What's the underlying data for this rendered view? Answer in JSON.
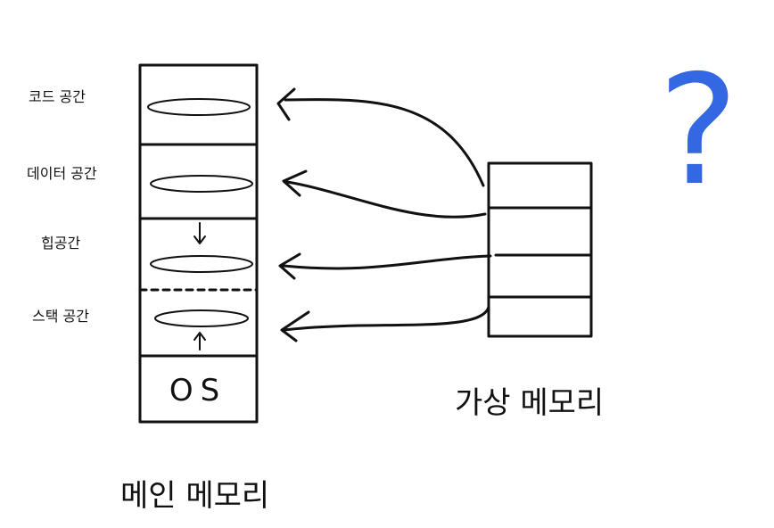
{
  "main_memory": {
    "caption": "메인 메모리",
    "os_label": "OS",
    "segments": [
      {
        "label": "코드 공간"
      },
      {
        "label": "데이터 공간"
      },
      {
        "label": "힙공간"
      },
      {
        "label": "스택 공간"
      }
    ]
  },
  "virtual_memory": {
    "caption": "가상 메모리"
  },
  "question_mark": "?",
  "colors": {
    "ink": "#111111",
    "question_mark": "#3468e3"
  }
}
